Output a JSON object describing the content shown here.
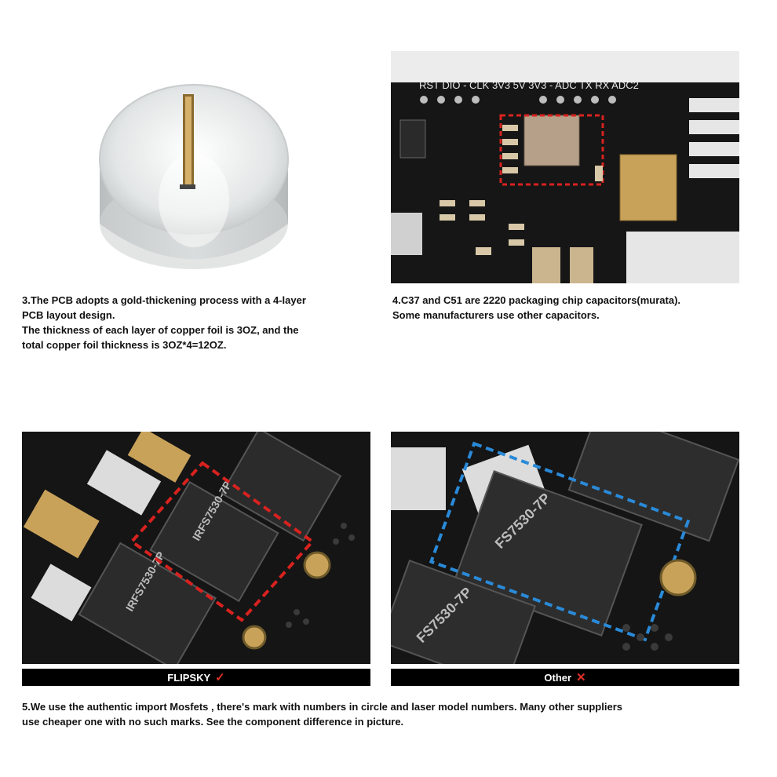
{
  "panel_3": {
    "caption_lines": [
      "3.The PCB adopts a gold-thickening process with a 4-layer",
      "PCB layout design.",
      "The thickness of each layer of copper foil is 3OZ, and the",
      "total copper foil thickness is 3OZ*4=12OZ."
    ]
  },
  "panel_4": {
    "header_label": "RST DIO - CLK 3V3 5V 3V3 - ADC TX RX ADC2",
    "caption_lines": [
      "4.C37 and C51 are 2220 packaging chip capacitors(murata).",
      "Some manufacturers use other capacitors."
    ]
  },
  "panel_flipsky": {
    "label": "FLIPSKY",
    "mark": "✓",
    "mark_color": "#e0322a",
    "chip_marking": "IRFS7530-7P"
  },
  "panel_other": {
    "label": "Other",
    "mark": "✕",
    "mark_color": "#e0322a",
    "chip_marking": "FS7530-7P"
  },
  "panel_5": {
    "caption_lines": [
      "5.We use the authentic import Mosfets , there's mark with numbers in circle and laser model numbers. Many other suppliers",
      "use cheaper one with no such marks. See the component difference in picture."
    ]
  },
  "colors": {
    "pcb_black": "#141414",
    "pad_silver": "#e6e6e6",
    "gold": "#c9a25a",
    "red_dash": "#d8221f",
    "blue_dash": "#2a8ad8"
  }
}
